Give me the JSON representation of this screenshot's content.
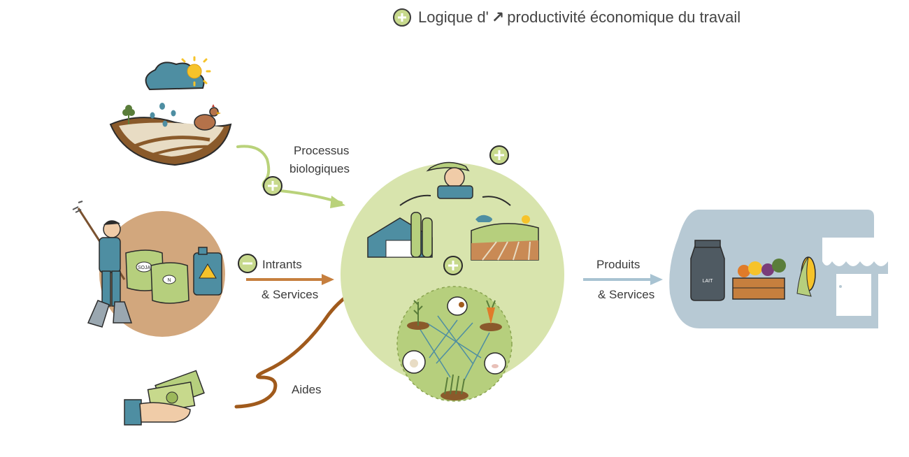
{
  "header": {
    "prefix": "Logique d'",
    "arrow": "↗",
    "suffix": "productivité économique du travail"
  },
  "labels": {
    "processus_line1": "Processus",
    "processus_line2": "biologiques",
    "intrants_line1": "Intrants",
    "intrants_line2": "& Services",
    "aides": "Aides",
    "produits_line1": "Produits",
    "produits_line2": "& Services"
  },
  "inputs": {
    "bag_soja": "SOJA",
    "bag_n": "N"
  },
  "outputs": {
    "milk_can": "LAIT"
  },
  "colors": {
    "green_light": "#d8e4ad",
    "green_mid": "#c7d98c",
    "green_stroke": "#b9d27a",
    "brown": "#b0682a",
    "brown_light": "#d2a77d",
    "blue_grey": "#b7c9d4",
    "arrow_blue": "#a8c3d2",
    "dark": "#2f3a44"
  }
}
